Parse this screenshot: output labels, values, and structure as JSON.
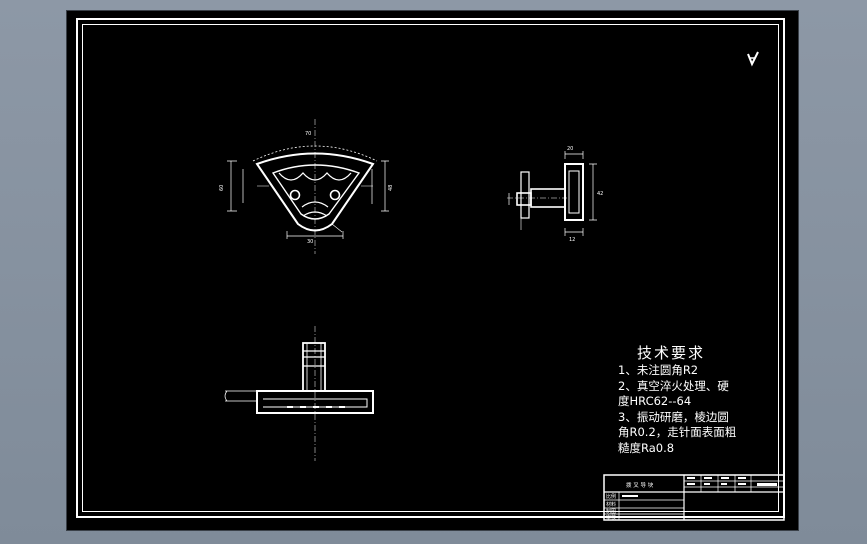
{
  "technical_requirements": {
    "title": "技术要求",
    "lines": [
      "1、未注圆角R2",
      "2、真空淬火处理、硬",
      "度HRC62--64",
      "3、振动研磨，棱边圆",
      "角R0.2，走针面表面粗",
      "糙度Ra0.8"
    ]
  },
  "title_block": {
    "drawing_name": "拨 叉 导 块",
    "r1": "比例",
    "r2": "材料",
    "r3": "制图",
    "r4": "审核"
  },
  "colors": {
    "background": "#000000",
    "lines": "#ffffff",
    "window": "#8a95a3"
  }
}
